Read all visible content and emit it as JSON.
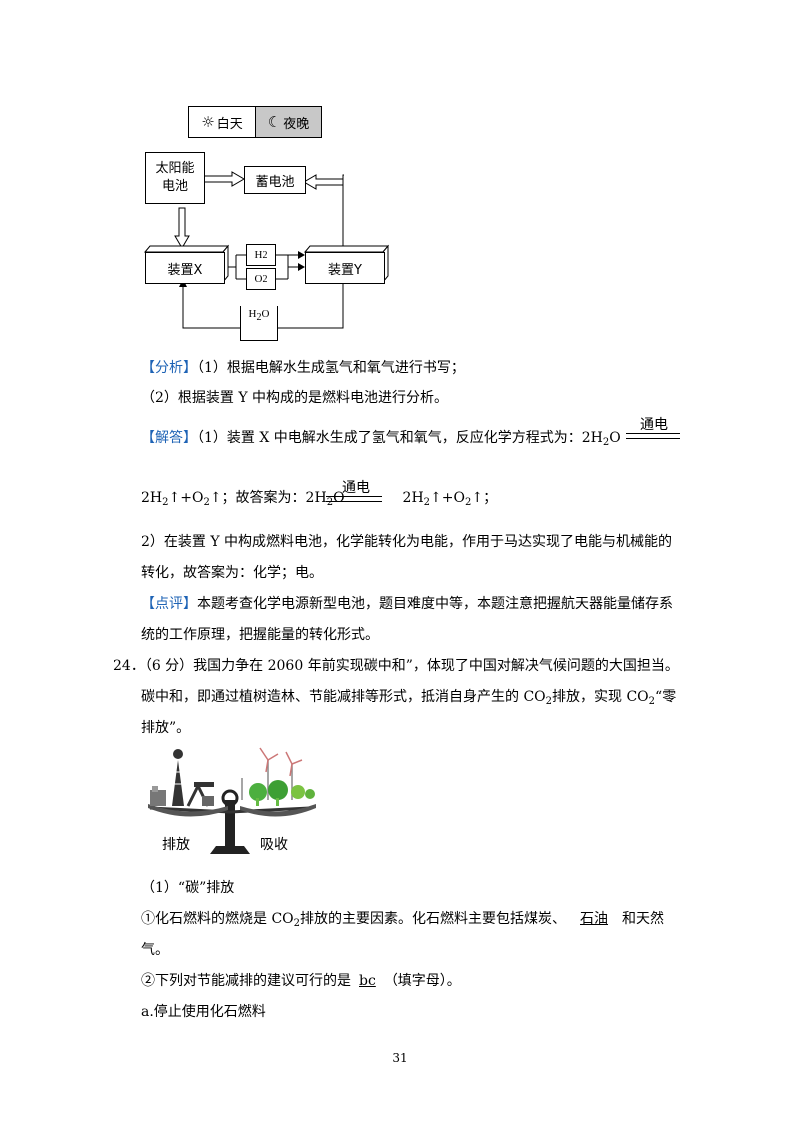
{
  "diagram": {
    "legend_day": "白天",
    "legend_night": "夜晚",
    "solar_cell": "太阳能\n电池",
    "battery": "蓄电池",
    "device_x": "装置X",
    "device_y": "装置Y",
    "h2": "H",
    "o2": "O",
    "water": "H",
    "sub2": "2",
    "water_o": "O"
  },
  "analysis": {
    "tag": "【分析】",
    "l1": "（1）根据电解水生成氢气和氧气进行书写；",
    "l2": "（2）根据装置 Y 中构成的是燃料电池进行分析。"
  },
  "answer": {
    "tag": "【解答】",
    "l1": "（1）装置 X 中电解水生成了氢气和氧气，反应化学方程式为：2H",
    "l1_end": "O",
    "cond": "通电",
    "l2_a": "2H",
    "l2_b": "↑+O",
    "l2_c": "↑；故答案为：2H",
    "l2_d": "O",
    "l2_e": "2H",
    "l2_f": "↑+O",
    "l2_g": "↑；",
    "l3": "2）在装置 Y 中构成燃料电池，化学能转化为电能，作用于马达实现了电能与机械能的",
    "l4": "转化，故答案为：化学；电。"
  },
  "comment": {
    "tag": "【点评】",
    "l1": "本题考查化学电源新型电池，题目难度中等，本题注意把握航天器能量储存系",
    "l2": "统的工作原理，把握能量的转化形式。"
  },
  "q24": {
    "l1": "24．（6 分）我国力争在 2060 年前实现碳中和”，体现了中国对解决气候问题的大国担当。",
    "l2_a": "碳中和，即通过植树造林、节能减排等形式，抵消自身产生的 CO",
    "l2_b": "排放，实现 CO",
    "l2_c": "“零",
    "l3": "排放”。",
    "balance_left": "排放",
    "balance_right": "吸收",
    "p1": "（1）“碳”排放",
    "p2_a": "①化石燃料的燃烧是 CO",
    "p2_b": "排放的主要因素。化石燃料主要包括煤炭、",
    "p2_ans": "石油",
    "p2_c": "和天然",
    "p3": "气。",
    "p4_a": "②下列对节能减排的建议可行的是",
    "p4_ans": "bc",
    "p4_b": "（填字母）。",
    "p5": "a.停止使用化石燃料"
  },
  "page_number": "31"
}
